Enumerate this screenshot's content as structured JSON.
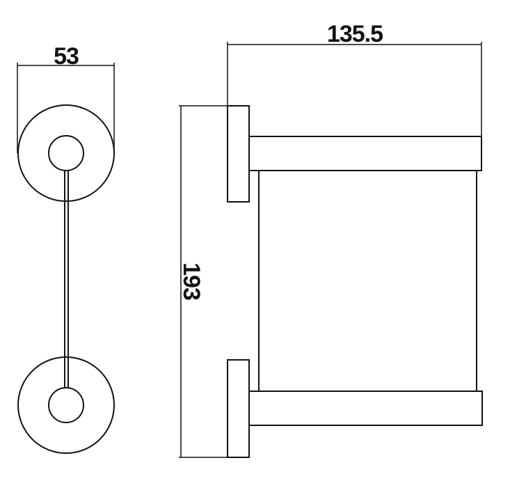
{
  "drawing": {
    "side_view": {
      "width_dimension": "53"
    },
    "front_view": {
      "depth_dimension": "135.5",
      "height_dimension": "193"
    }
  },
  "colors": {
    "line": "#111111",
    "background": "#ffffff"
  }
}
